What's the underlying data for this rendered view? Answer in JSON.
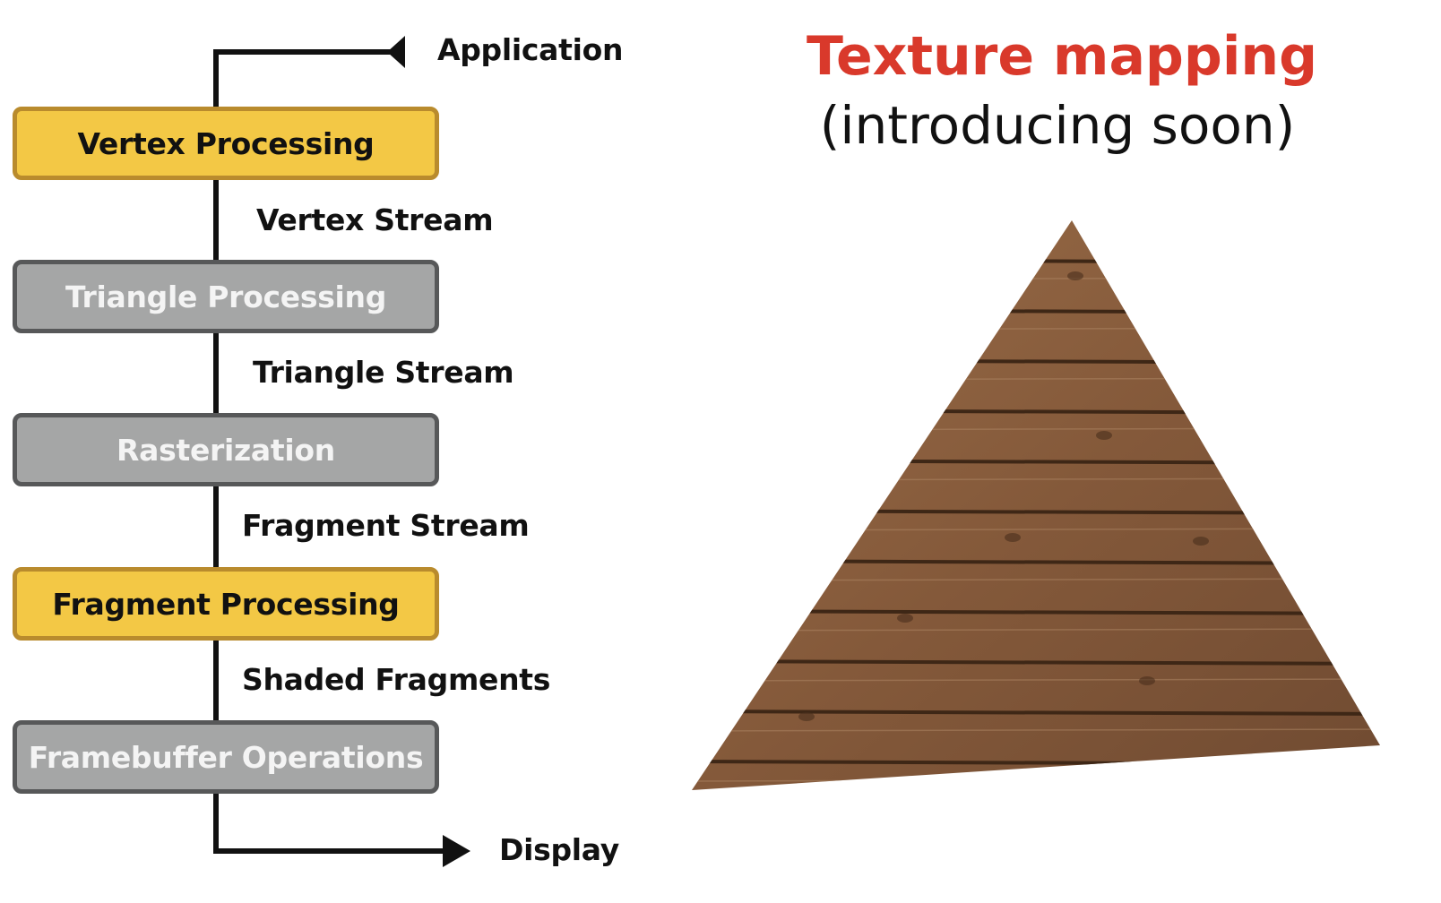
{
  "diagram": {
    "input_label": "Application",
    "output_label": "Display",
    "stages": [
      {
        "label": "Vertex Processing",
        "kind": "programmable"
      },
      {
        "label": "Triangle Processing",
        "kind": "fixed"
      },
      {
        "label": "Rasterization",
        "kind": "fixed"
      },
      {
        "label": "Fragment Processing",
        "kind": "programmable"
      },
      {
        "label": "Framebuffer Operations",
        "kind": "fixed"
      }
    ],
    "streams": [
      "Vertex Stream",
      "Triangle Stream",
      "Fragment Stream",
      "Shaded Fragments"
    ]
  },
  "side": {
    "title": "Texture mapping",
    "subtitle": "(introducing soon)",
    "illustration": "wood-textured-triangle"
  },
  "colors": {
    "programmable_fill": "#f3c845",
    "programmable_border": "#b98b2d",
    "fixed_fill": "#a5a6a6",
    "fixed_border": "#575859",
    "title_accent": "#d9392b",
    "wood_base": "#8a5d3b"
  }
}
